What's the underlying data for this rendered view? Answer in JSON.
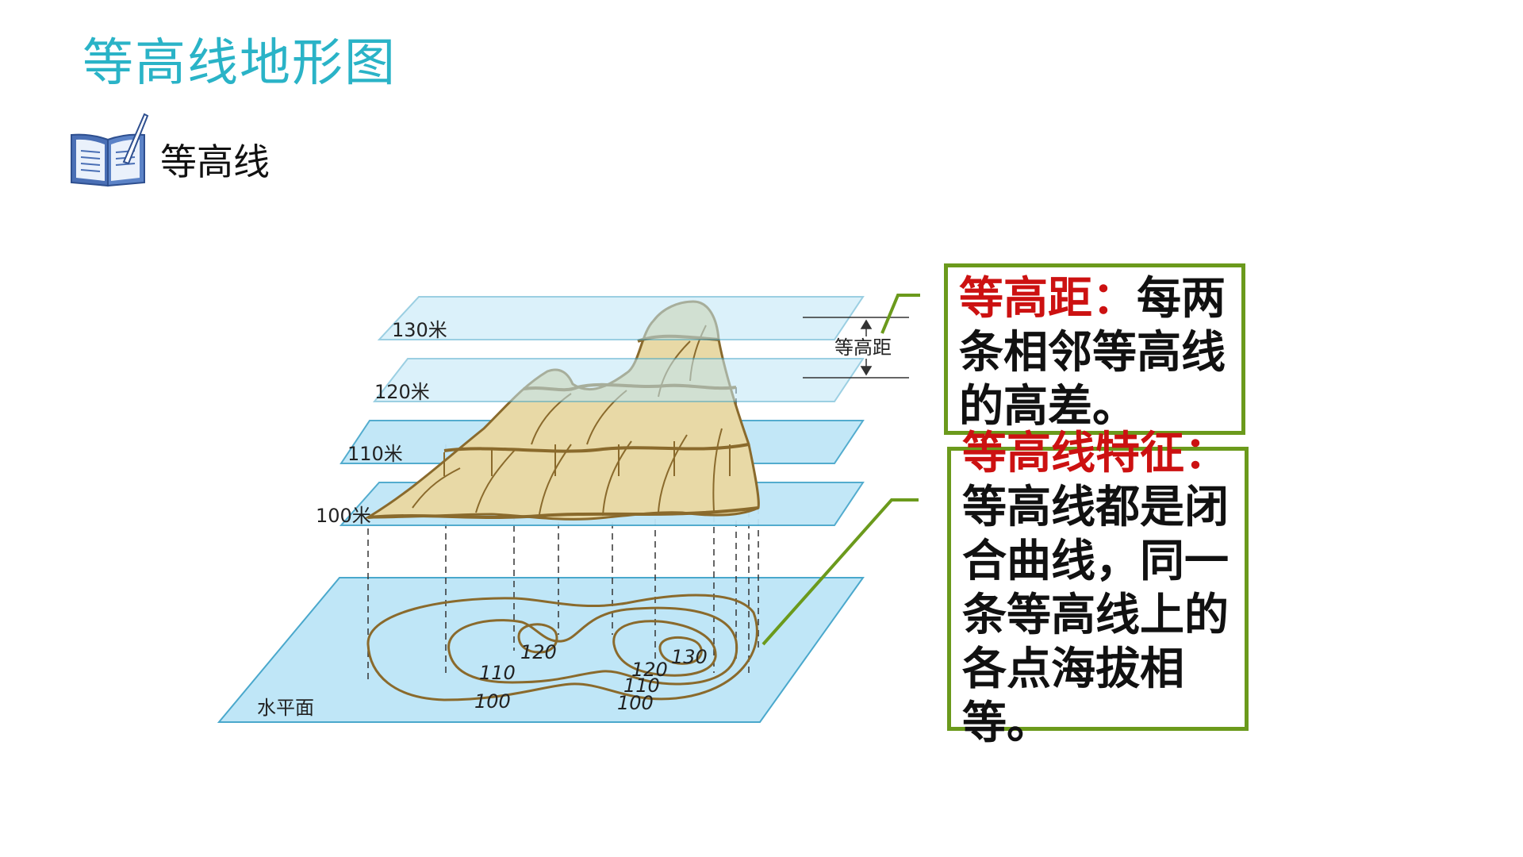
{
  "slide": {
    "title": "等高线地形图",
    "section_label": "等高线"
  },
  "diagram": {
    "plane_labels": [
      "130米",
      "120米",
      "110米",
      "100米"
    ],
    "base_label": "水平面",
    "interval_label": "等高距",
    "contour_labels_left": [
      "120",
      "110",
      "100"
    ],
    "contour_labels_right": [
      "130",
      "120",
      "110",
      "100"
    ]
  },
  "callouts": {
    "interval": {
      "title": "等高距：",
      "body": "每两条相邻等高线的高差。"
    },
    "features": {
      "title": "等高线特征：",
      "body": "等高线都是闭合曲线，同一条等高线上的各点海拔相等。"
    }
  },
  "colors": {
    "title": "#2ab3c7",
    "plane_fill": "#bfe6f7",
    "plane_stroke": "#4aa8cc",
    "terrain": "#b59b4f",
    "contour": "#8a6a2c",
    "callout_border": "#6b9a1c",
    "callout_title": "#cc1111"
  }
}
